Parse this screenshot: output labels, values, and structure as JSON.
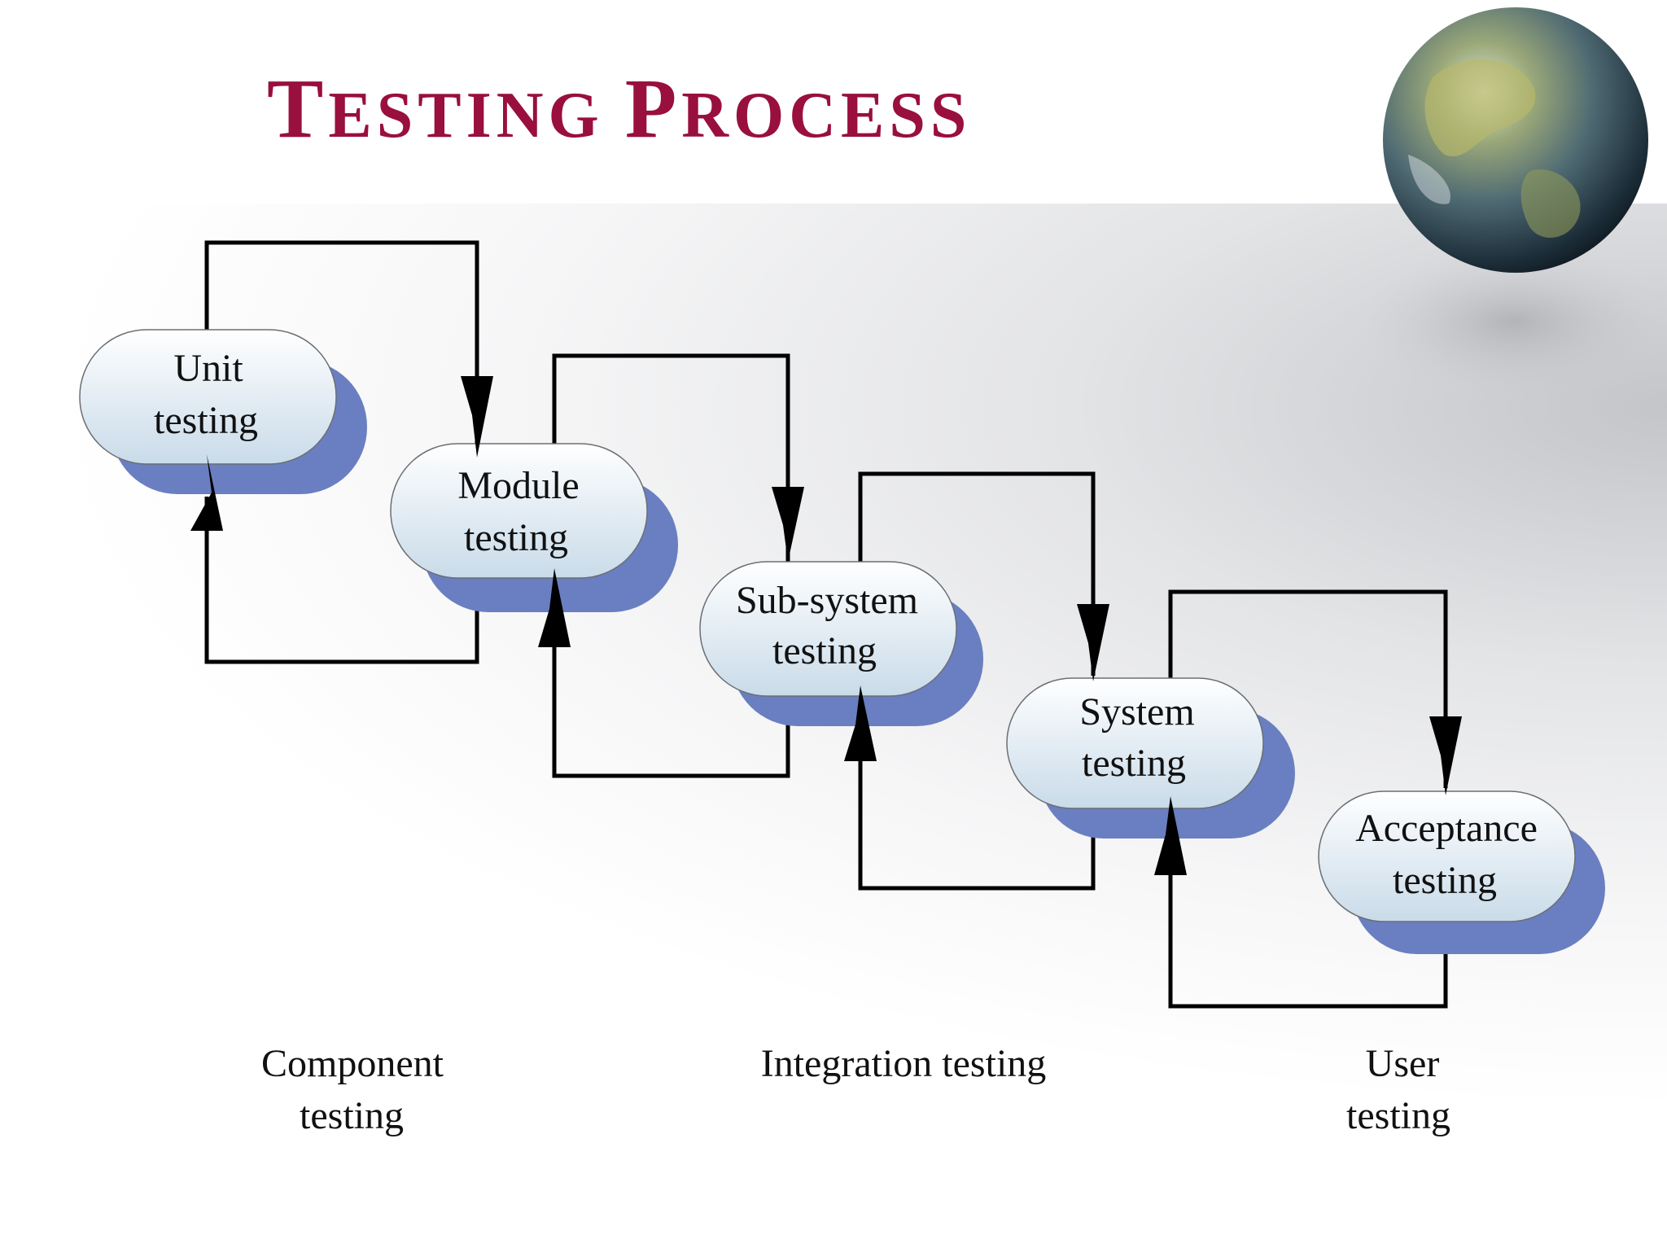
{
  "title": {
    "main": "Testing Process",
    "initial_1": "T",
    "rest_1": "ESTING",
    "initial_2": "P",
    "rest_2": "ROCESS"
  },
  "colors": {
    "title": "#990f3d",
    "box_fill_top": "#ffffff",
    "box_fill_bottom": "#c9dbe9",
    "box_shadow": "#6a7fc1",
    "connector": "#000000"
  },
  "stages": [
    {
      "line1": "Unit",
      "line2": "testing"
    },
    {
      "line1": "Module",
      "line2": "testing"
    },
    {
      "line1": "Sub-system",
      "line2": "testing"
    },
    {
      "line1": "System",
      "line2": "testing"
    },
    {
      "line1": "Acceptance",
      "line2": "testing"
    }
  ],
  "groups": [
    {
      "line1": "Component",
      "line2": "testing"
    },
    {
      "line1": "Integration testing",
      "line2": ""
    },
    {
      "line1": "User",
      "line2": "testing"
    }
  ],
  "decor": {
    "globe_icon": "globe-icon"
  }
}
